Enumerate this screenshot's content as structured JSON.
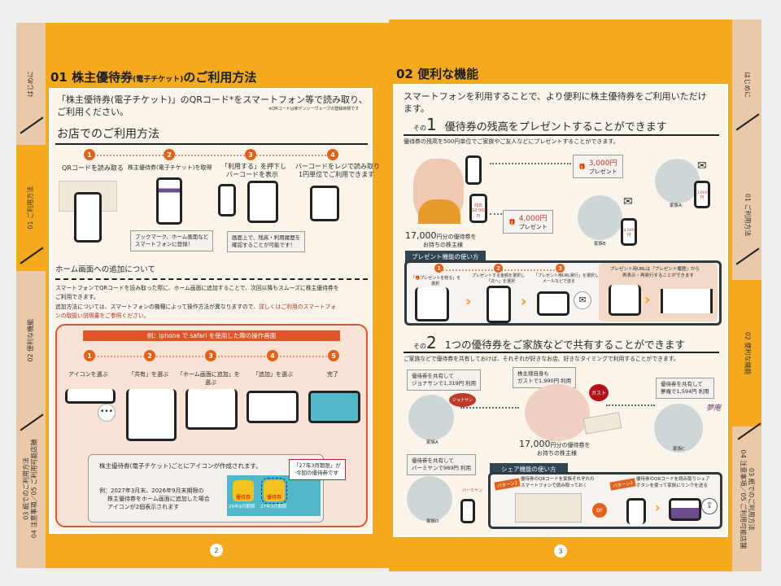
{
  "tabs": {
    "intro": "はじめに",
    "usage": "01 ご利用方法",
    "features": "02 便利な機能",
    "paper_line1": "03 紙でのご利用方法",
    "paper_line2": "04 注意事項／05 ご利用可能店舗"
  },
  "left": {
    "title": "01 株主優待券",
    "title_small": "(電子チケット)",
    "title_end": "のご利用方法",
    "intro_line1": "「株主優待券(電子チケット)」のQRコード*をスマートフォン等で読み取り、",
    "intro_line2": "ご利用ください。",
    "qr_note": "※QRコードは㈱デンソーウェーブの登録商標です",
    "store_heading": "お店でのご利用方法",
    "steps": [
      {
        "n": "1",
        "l1": "QRコードを読み取る",
        "l2": ""
      },
      {
        "n": "2",
        "l1": "株主優待券(電子チケット)を取得",
        "l2": ""
      },
      {
        "n": "3",
        "l1": "「利用する」を押下し",
        "l2": "バーコードを表示"
      },
      {
        "n": "4",
        "l1": "バーコードをレジで読み取り",
        "l2": "1円単位でご利用できます"
      }
    ],
    "callout_bookmark": [
      "ブックマーク、ホーム画面など",
      "スマートフォンに登録！"
    ],
    "callout_balance": [
      "画面上で、残高・利用履歴を",
      "確認することが可能です！"
    ],
    "home_heading": "ホーム画面への追加について",
    "home_p1": "スマートフォンでQRコードを読み取った際に、ホーム画面に追加することで、次回以降もスムーズに株主優待券を",
    "home_p1b": "ご利用できます。",
    "home_p2": "追加方法については、スマートフォンの機種によって操作方法が異なりますので、",
    "home_p2_red": "詳しくはご利用のスマートフォ",
    "home_p2b": "ンの取扱い説明書をご参照ください。",
    "example_banner": "例：iphone で safari を使用した際の操作画面",
    "home_steps": [
      {
        "n": "1",
        "l1": "アイコンを選ぶ",
        "l2": ""
      },
      {
        "n": "2",
        "l1": "「共有」を選ぶ",
        "l2": ""
      },
      {
        "n": "3",
        "l1": "「ホーム画面に追加」を",
        "l2": "選ぶ"
      },
      {
        "n": "4",
        "l1": "「追加」を選ぶ",
        "l2": ""
      },
      {
        "n": "5",
        "l1": "完了",
        "l2": ""
      }
    ],
    "icon_note": "株主優待券(電子チケット)ごとにアイコンが作成されます。",
    "icon_example": [
      "例：2027年3月末、2026年9月末期限の",
      "株主優待券をホーム画面に追加した場合",
      "アイコンが2個表示されます"
    ],
    "icon_labels": [
      "26年9月期限",
      "27年3月期限"
    ],
    "icon_badge": "優待券",
    "current_note": [
      "「27年3月期限」が",
      "今回の優待券です"
    ],
    "page_number": "2"
  },
  "right": {
    "title": "02 便利な機能",
    "intro_line1": "スマートフォンを利用することで、より便利に株主優待券をご利用いただけ",
    "intro_line2": "ます。",
    "f1_prefix": "その",
    "f1_num": "1",
    "f1_title": "優待券の残高をプレゼントすることができます",
    "f1_desc": "優待券の残高を500円単位でご家族やご友人などにプレゼントすることができます。",
    "balance_label": "残高",
    "balance_value": "10,000円",
    "gift_a_amount": "3,000円",
    "gift_b_amount": "4,000円",
    "gift_word": "プレゼント",
    "family_a": "家族A",
    "family_b": "家族B",
    "family_c": "家族C",
    "family_d": "家族D",
    "holder_amount": "17,000",
    "holder_l1": "円分の優待券を",
    "holder_l2": "お持ちの株主様",
    "present_howto": "プレゼント機能の使い方",
    "present_steps": [
      {
        "n": "1",
        "l1": "「🎁プレゼントを贈る」を",
        "l2": "選択"
      },
      {
        "n": "2",
        "l1": "プレゼントする金額を選択し",
        "l2": "「次へ」を選択"
      },
      {
        "n": "3",
        "l1": "「プレゼント用URL発行」を選択し",
        "l2": "メールなどで送る"
      }
    ],
    "present_url_note": [
      "プレゼント用URLは「プレゼント履歴」から",
      "再表示・再発行することができます"
    ],
    "f2_prefix": "その",
    "f2_num": "2",
    "f2_title": "1つの優待券をご家族などで共有することができます",
    "f2_desc": "ご家族などで優待券を共有しておけば、それぞれが好きなお店、好きなタイミングで利用することができます。",
    "share_a": [
      "優待券を共有して",
      "ジョナサンで1,319円 利用"
    ],
    "share_holder": [
      "株主様自身も",
      "ガストで1,990円 利用"
    ],
    "share_c": [
      "優待券を共有して",
      "夢庵で1,594円 利用"
    ],
    "share_d": [
      "優待券を共有して",
      "バーミヤンで989円 利用"
    ],
    "brand_jonathan": "ジョナサン",
    "brand_gusto": "ガスト",
    "brand_yumean": "夢庵",
    "brand_bamiyan": "バーミヤン",
    "share_howto": "シェア機能の使い方",
    "pattern1": "パターン1",
    "pattern1_text": [
      "優待券のQRコードを家族それぞれの",
      "スマートフォンで読み取っておく"
    ],
    "or_label": "or",
    "pattern2": "パターン2",
    "pattern2_text": [
      "優待券のQRコードを読み取りシェア",
      "ボタンを使って家族にリンクを送る"
    ],
    "page_number": "3"
  },
  "colors": {
    "orange": "#f4a91f",
    "tab_beige": "#e9c9a8",
    "accent": "#e2621b",
    "dark": "#2f4550"
  }
}
